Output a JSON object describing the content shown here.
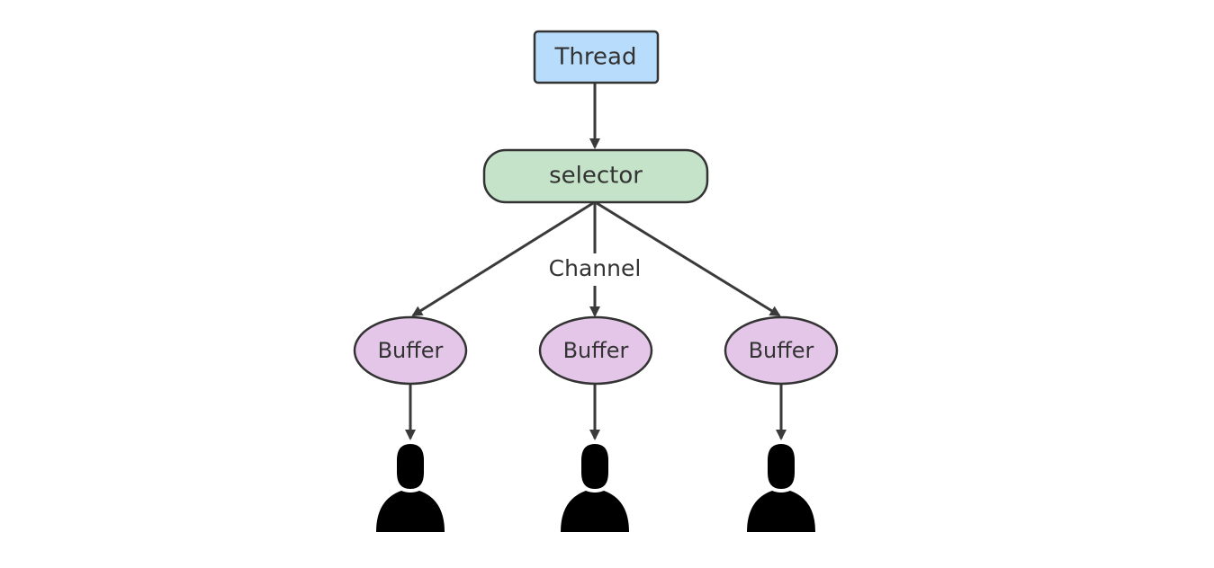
{
  "nodes": {
    "thread": {
      "label": "Thread",
      "fill": "#b8dcfb"
    },
    "selector": {
      "label": "selector",
      "fill": "#c4e3c8"
    },
    "buffers": [
      {
        "label": "Buffer"
      },
      {
        "label": "Buffer"
      },
      {
        "label": "Buffer"
      }
    ],
    "buffer_fill": "#e4c7e8",
    "user_icon": "person-silhouette-icon",
    "user_count": 3
  },
  "edges": {
    "channel_label": "Channel",
    "color": "#3a3a3a"
  }
}
